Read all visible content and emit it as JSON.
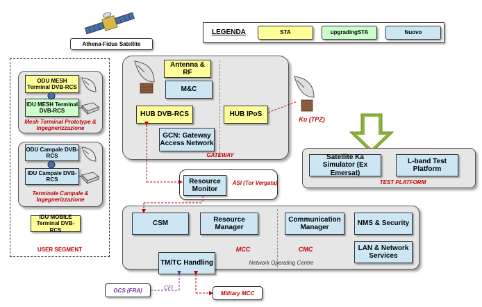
{
  "satellite": {
    "label": "Athena-Fidus Satellite"
  },
  "legend": {
    "title": "LEGENDA",
    "sta": "STA",
    "upgrading": "upgradingSTA",
    "nuovo": "Nuovo"
  },
  "gateway": {
    "antenna_rf": "Antenna & RF",
    "mc": "M&C",
    "hub_dvb": "HUB DVB-RCS",
    "gcn": "GCN: Gateway Access Network",
    "hub_ipos": "HUB IPoS",
    "label": "GATEWAY",
    "ku_label": "Ku (TPZ)"
  },
  "test_platform": {
    "satellite_ka": "Satellite Ka Simulator (Ex Emersat)",
    "lband": "L-band Test Platform",
    "label": "TEST PLATFORM"
  },
  "user_segment": {
    "label": "USER SEGMENT",
    "mesh": {
      "odu": "ODU MESH Terminal DVB-RCS",
      "idu": "IDU MESH Terminal DVB-RCS",
      "caption": "Mesh Terminal Prototype & Ingegnerizzazione"
    },
    "campale": {
      "odu": "ODU Campale DVB-RCS",
      "idu": "IDU Campale DVB-RCS",
      "caption": "Terminale Campale & Ingegnerizzazione"
    },
    "idu_mobile": "IDU MOBILE Terminal DVB-RCS"
  },
  "resource_monitor": {
    "box": "Resource Monitor",
    "asi": "ASI (Tor Vergata)"
  },
  "noc": {
    "csm": "CSM",
    "resource_manager": "Resource Manager",
    "communication_manager": "Communication Manager",
    "nms": "NMS & Security",
    "lan": "LAN & Network Services",
    "mcc": "MCC",
    "cmc": "CMC",
    "label": "Network Operating Centre",
    "tmtc": "TM/TC Handling"
  },
  "external": {
    "gcs": "GCS (FRA)",
    "cfi": "CFI",
    "military_mcc": "Military MCC"
  },
  "colors": {
    "sta": "#ffff99",
    "upgrading": "#ccffcc",
    "nuovo": "#cce7f3",
    "link": "#c00000",
    "gcs_link": "#7030a0",
    "arrow_green": "#8db33a"
  }
}
